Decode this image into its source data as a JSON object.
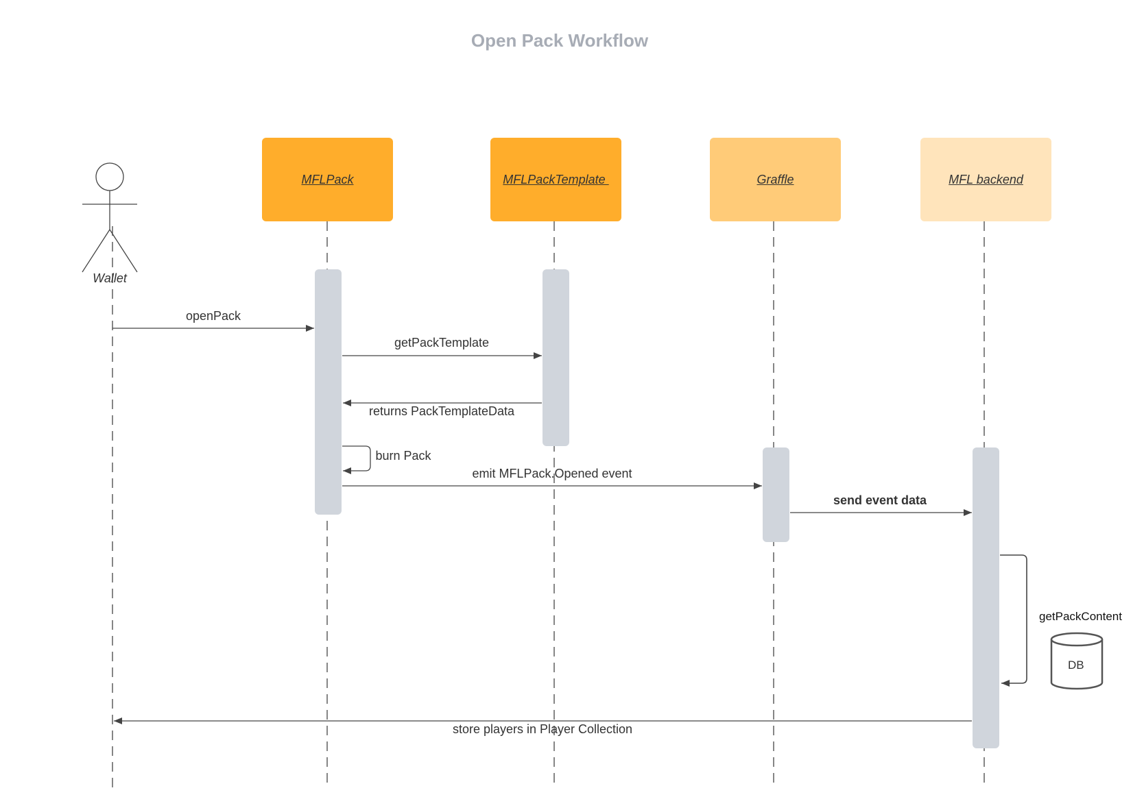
{
  "title": "Open Pack Workflow",
  "actor": {
    "label": "Wallet"
  },
  "participants": [
    {
      "id": "mflpack",
      "label": "MFLPack",
      "color": "#ffad2b"
    },
    {
      "id": "template",
      "label": "MFLPackTemplate ",
      "color": "#ffad2b"
    },
    {
      "id": "graffle",
      "label": "Graffle",
      "color": "#ffcb78"
    },
    {
      "id": "backend",
      "label": "MFL backend",
      "color": "#ffe4bb"
    }
  ],
  "messages": {
    "open_pack": "openPack",
    "get_pack_template": "getPackTemplate",
    "returns_template": "returns PackTemplateData",
    "burn_pack": "burn Pack",
    "emit_event": "emit MFLPack.Opened event",
    "send_event": "send event data",
    "get_pack_content": "getPackContent",
    "store_players": "store players in Player Collection"
  },
  "database": {
    "label": "DB"
  },
  "colors": {
    "activation": "#d0d5dc",
    "line": "#444444",
    "title": "#a7acb5"
  }
}
